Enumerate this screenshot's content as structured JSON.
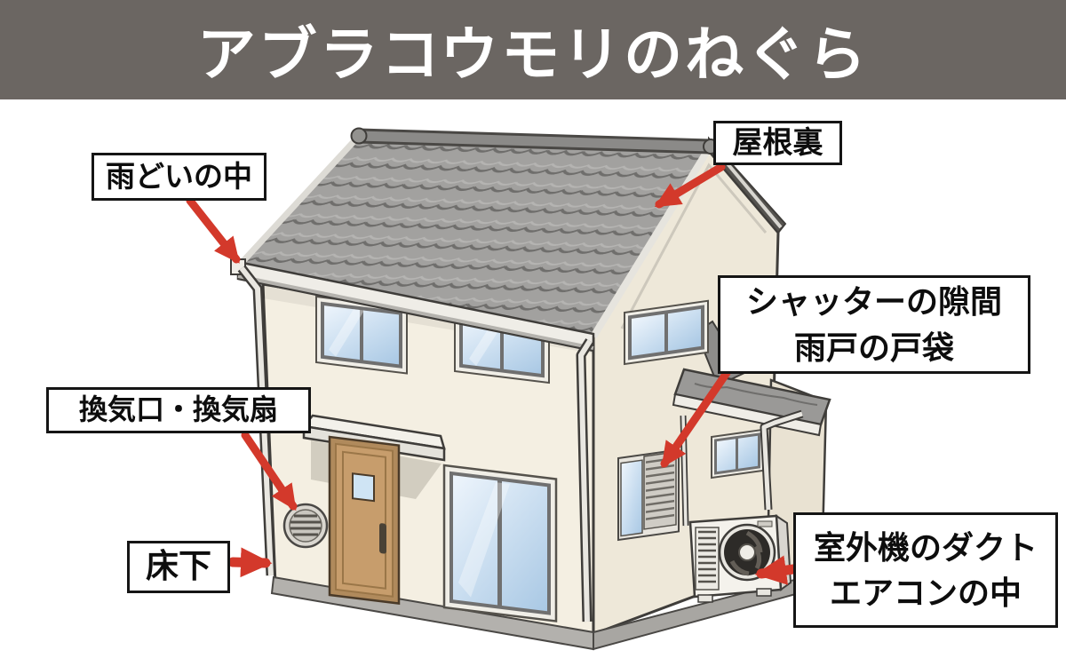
{
  "header": {
    "title": "アブラコウモリのねぐら"
  },
  "labels": {
    "rain_gutter": {
      "text": "雨どいの中"
    },
    "attic": {
      "text": "屋根裏"
    },
    "shutter_gap": {
      "line1": "シャッターの隙間",
      "line2": "雨戸の戸袋"
    },
    "vent_fan": {
      "text": "換気口・換気扇"
    },
    "under_floor": {
      "text": "床下"
    },
    "outdoor_unit": {
      "line1": "室外機のダクト",
      "line2": "エアコンの中"
    }
  },
  "colors": {
    "header_bg": "#6b6662",
    "arrow_red": "#d3392b",
    "label_border": "#151515",
    "wall_front": "#f4efe2",
    "wall_side": "#eee8d9",
    "roof_tile": "#a2a19f",
    "window_glass": "#c7dcef",
    "door_wood": "#c79d6c"
  }
}
